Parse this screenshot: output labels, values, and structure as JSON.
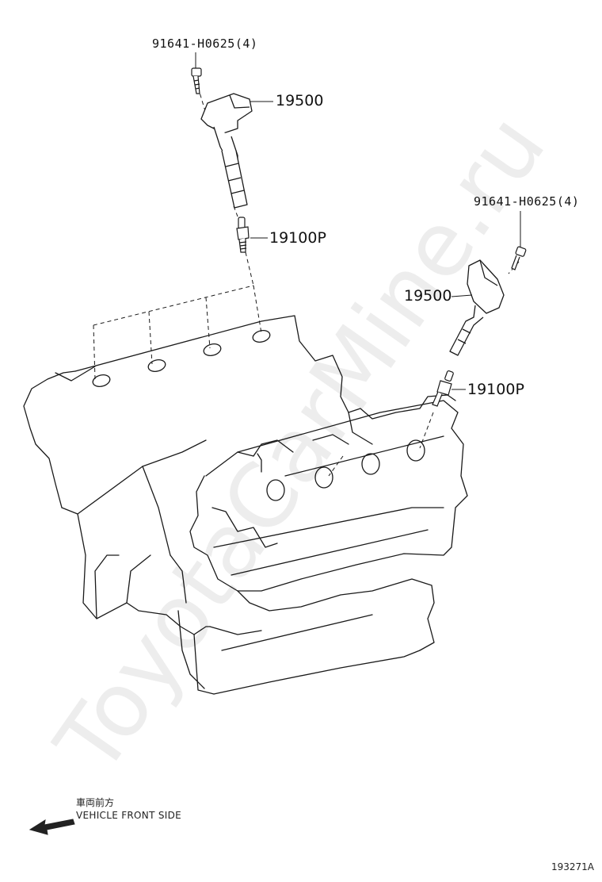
{
  "labels": {
    "bolt_upper": "91641-H0625(4)",
    "coil_upper": "19500",
    "plug_upper": "19100P",
    "bolt_right": "91641-H0625(4)",
    "coil_right": "19500",
    "plug_right": "19100P"
  },
  "direction": {
    "japanese": "車両前方",
    "english": "VEHICLE FRONT SIDE"
  },
  "figure_id": "193271A",
  "watermark": "ToyotaCarMine.ru"
}
